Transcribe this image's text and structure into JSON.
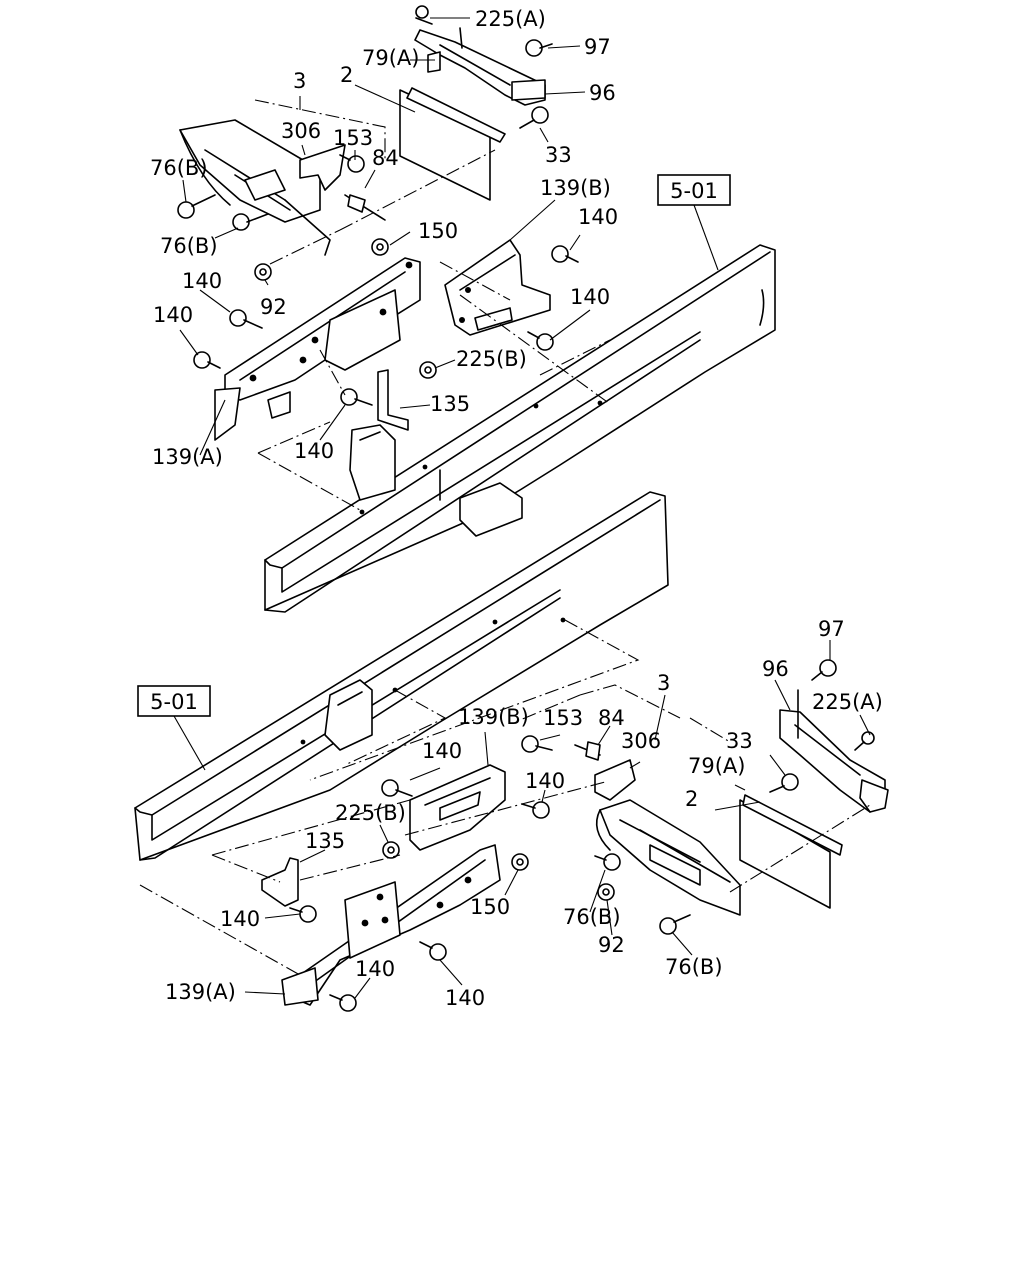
{
  "upper_view": {
    "ref_label": "5-01",
    "callouts": [
      {
        "id": "u1",
        "text": "225(A)"
      },
      {
        "id": "u2",
        "text": "97"
      },
      {
        "id": "u3",
        "text": "96"
      },
      {
        "id": "u4",
        "text": "79(A)"
      },
      {
        "id": "u5",
        "text": "2"
      },
      {
        "id": "u6",
        "text": "3"
      },
      {
        "id": "u7",
        "text": "33"
      },
      {
        "id": "u8",
        "text": "306"
      },
      {
        "id": "u9",
        "text": "153"
      },
      {
        "id": "u10",
        "text": "84"
      },
      {
        "id": "u11",
        "text": "76(B)"
      },
      {
        "id": "u12",
        "text": "76(B)"
      },
      {
        "id": "u13",
        "text": "139(B)"
      },
      {
        "id": "u14",
        "text": "140"
      },
      {
        "id": "u15",
        "text": "150"
      },
      {
        "id": "u16",
        "text": "140"
      },
      {
        "id": "u17",
        "text": "92"
      },
      {
        "id": "u18",
        "text": "140"
      },
      {
        "id": "u19",
        "text": "140"
      },
      {
        "id": "u20",
        "text": "225(B)"
      },
      {
        "id": "u21",
        "text": "135"
      },
      {
        "id": "u22",
        "text": "140"
      },
      {
        "id": "u23",
        "text": "139(A)"
      }
    ]
  },
  "lower_view": {
    "ref_label": "5-01",
    "callouts": [
      {
        "id": "l1",
        "text": "97"
      },
      {
        "id": "l2",
        "text": "96"
      },
      {
        "id": "l3",
        "text": "225(A)"
      },
      {
        "id": "l4",
        "text": "3"
      },
      {
        "id": "l5",
        "text": "139(B)"
      },
      {
        "id": "l6",
        "text": "153"
      },
      {
        "id": "l7",
        "text": "84"
      },
      {
        "id": "l8",
        "text": "306"
      },
      {
        "id": "l9",
        "text": "33"
      },
      {
        "id": "l10",
        "text": "79(A)"
      },
      {
        "id": "l11",
        "text": "140"
      },
      {
        "id": "l12",
        "text": "140"
      },
      {
        "id": "l13",
        "text": "2"
      },
      {
        "id": "l14",
        "text": "225(B)"
      },
      {
        "id": "l15",
        "text": "135"
      },
      {
        "id": "l16",
        "text": "150"
      },
      {
        "id": "l17",
        "text": "76(B)"
      },
      {
        "id": "l18",
        "text": "140"
      },
      {
        "id": "l19",
        "text": "92"
      },
      {
        "id": "l20",
        "text": "140"
      },
      {
        "id": "l21",
        "text": "76(B)"
      },
      {
        "id": "l22",
        "text": "139(A)"
      },
      {
        "id": "l23",
        "text": "140"
      }
    ]
  }
}
